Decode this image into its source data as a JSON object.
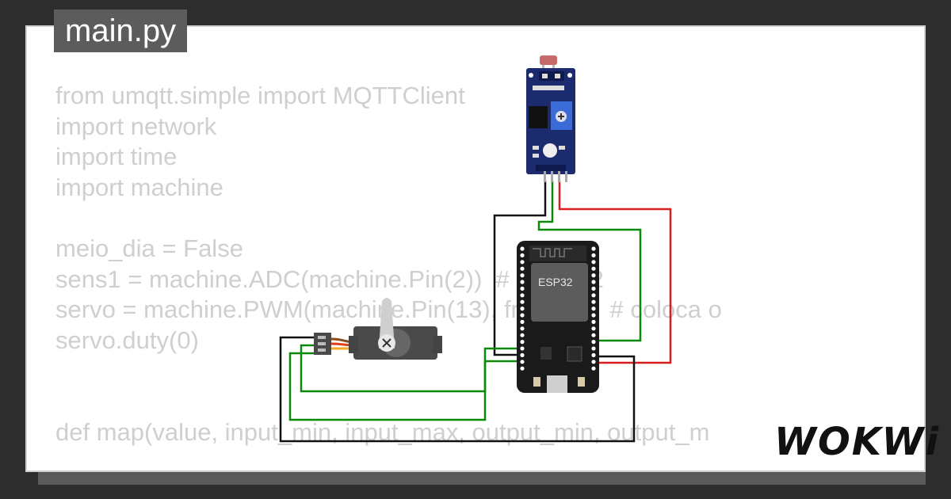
{
  "file_tab": {
    "label": "main.py"
  },
  "code_lines": [
    "from umqtt.simple import MQTTClient",
    "import network",
    "import time",
    "import machine",
    "",
    "meio_dia = False",
    "sens1 = machine.ADC(machine.Pin(2))  # 1 pino 2",
    "servo = machine.PWM(machine.Pin(13), freq=70)  # coloca o",
    "servo.duty(0)",
    "",
    "",
    "def map(value, input_min, input_max, output_min, output_m"
  ],
  "esp32": {
    "chip_label": "ESP32"
  },
  "logo": {
    "text": "WOKWi"
  },
  "colors": {
    "wire_green": "#0a8a0a",
    "wire_red": "#d81e1e",
    "wire_black": "#111111",
    "board": "#1a1a1a",
    "sensor_board": "#1c2b6e",
    "servo_body": "#4a4a4a"
  }
}
